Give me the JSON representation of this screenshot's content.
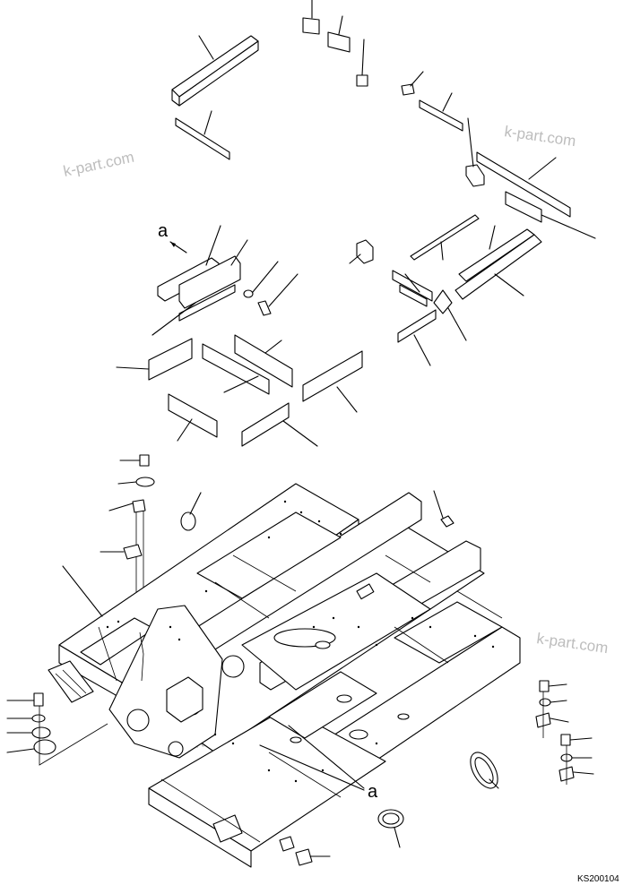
{
  "watermarks": [
    "k-part.com",
    "k-part.com",
    "k-part.com",
    "k-part.com"
  ],
  "callouts": [
    "a",
    "a"
  ],
  "figure_code": "KS200104"
}
